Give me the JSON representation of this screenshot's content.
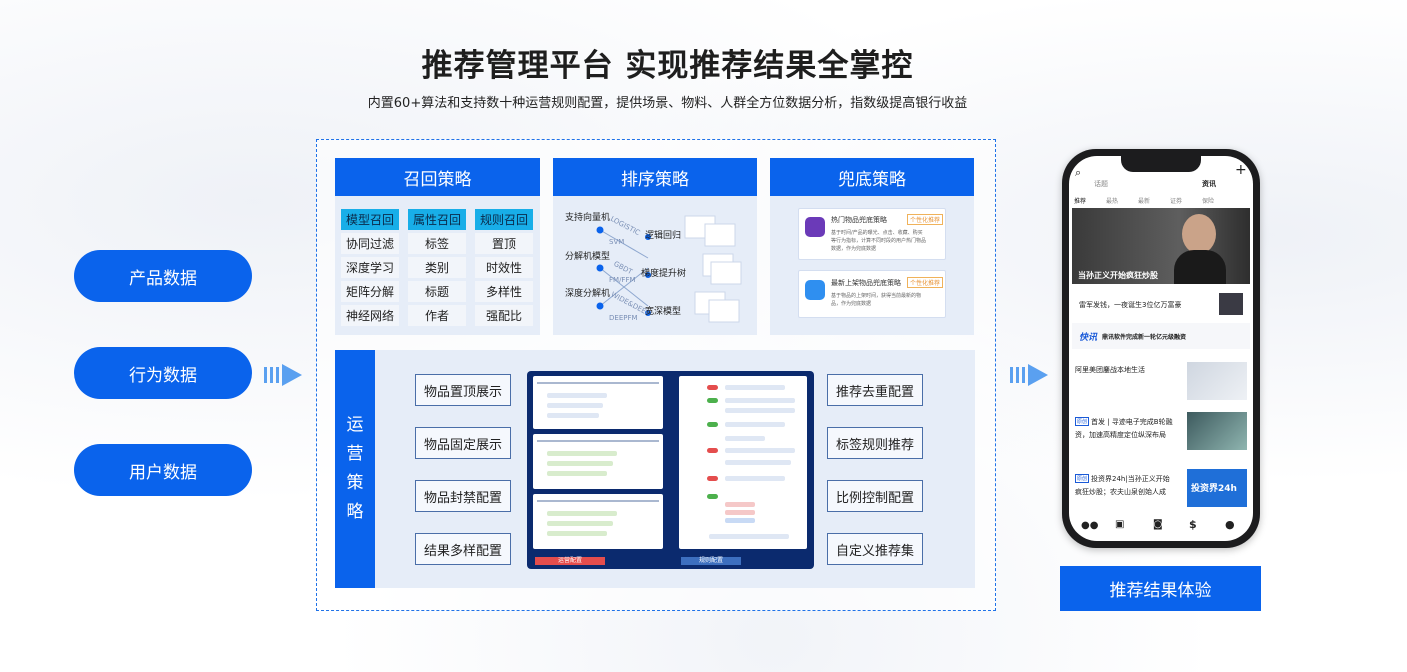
{
  "header": {
    "title": "推荐管理平台 实现推荐结果全掌控",
    "subtitle": "内置60+算法和支持数十种运营规则配置，提供场景、物料、人群全方位数据分析，指数级提高银行收益"
  },
  "data_sources": [
    "产品数据",
    "行为数据",
    "用户数据"
  ],
  "recall": {
    "title": "召回策略",
    "chips": [
      [
        "模型召回",
        "属性召回",
        "规则召回"
      ],
      [
        "协同过滤",
        "标签",
        "置顶"
      ],
      [
        "深度学习",
        "类别",
        "时效性"
      ],
      [
        "矩阵分解",
        "标题",
        "多样性"
      ],
      [
        "神经网络",
        "作者",
        "强配比"
      ]
    ]
  },
  "ranking": {
    "title": "排序策略",
    "models": [
      "支持向量机",
      "分解机模型",
      "深度分解机"
    ],
    "algos": [
      "LOGISTIC",
      "SVM",
      "GBDT",
      "FM/FFM",
      "WIDE&DEEP",
      "DEEPFM"
    ],
    "outputs": [
      "逻辑回归",
      "梯度提升树",
      "宽深模型"
    ]
  },
  "fallback": {
    "title": "兜底策略",
    "cards": [
      {
        "name": "热门物品兜底策略",
        "tag": "个性化推荐",
        "desc_1": "基于时间/产品的曝光、点击、收藏、购买",
        "desc_2": "等行为指标，计算不同时段的用户热门物品",
        "desc_3": "数据，作为兜底数据"
      },
      {
        "name": "最新上架物品兜底策略",
        "tag": "个性化推荐",
        "desc_1": "基于物品的上架时间，获得当前最新的物",
        "desc_2": "品，作为兜底数据"
      }
    ]
  },
  "operations": {
    "side_label": [
      "运",
      "营",
      "策",
      "略"
    ],
    "left_buttons": [
      "物品置顶展示",
      "物品固定展示",
      "物品封禁配置",
      "结果多样配置"
    ],
    "right_buttons": [
      "推荐去重配置",
      "标签规则推荐",
      "比例控制配置",
      "自定义推荐集"
    ],
    "screen_tabs": [
      "运营配置",
      "规则配置"
    ]
  },
  "phone": {
    "top_tabs": [
      "话题",
      "资讯"
    ],
    "nav": [
      "推荐",
      "最热",
      "最新",
      "证券",
      "保险"
    ],
    "headline": "当孙正义开始疯狂炒股",
    "news_1": "雷军发钱，一夜诞生3位亿万富豪",
    "flash_tag": "快讯",
    "flash_text": "鼎讯软件完成新一轮亿元级融资",
    "news_2": "阿里美团鏖战本地生活",
    "news_3_tag": "原创",
    "news_3_a": "首发 | 寻迹电子完成B轮融",
    "news_3_b": "资，加速高精度定位纵深布局",
    "news_4_tag": "原创",
    "news_4_a": "投资界24h|当孙正义开始",
    "news_4_b": "疯狂炒股；农夫山泉创始人成",
    "brand": "投资界24h",
    "result_button": "推荐结果体验"
  },
  "colors": {
    "primary": "#0a63ec",
    "chip_highlight": "#18aee8",
    "panel_bg": "#e6edf8",
    "screen_bg": "#0b2a6e"
  }
}
